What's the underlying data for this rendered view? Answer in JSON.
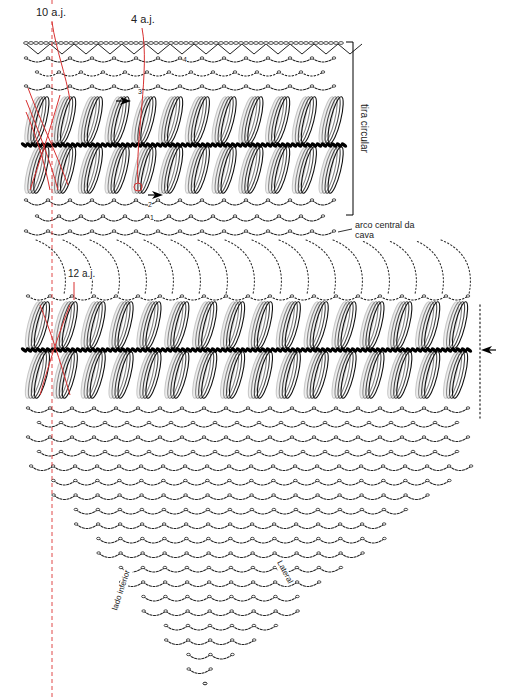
{
  "diagram": {
    "labels": [
      "10 a.j.",
      "4 a.j.",
      "4",
      "3",
      "2",
      "1",
      "tira circular",
      "arco central da cava",
      "12 a.j.",
      "lado inferior",
      "Lateral"
    ]
  }
}
